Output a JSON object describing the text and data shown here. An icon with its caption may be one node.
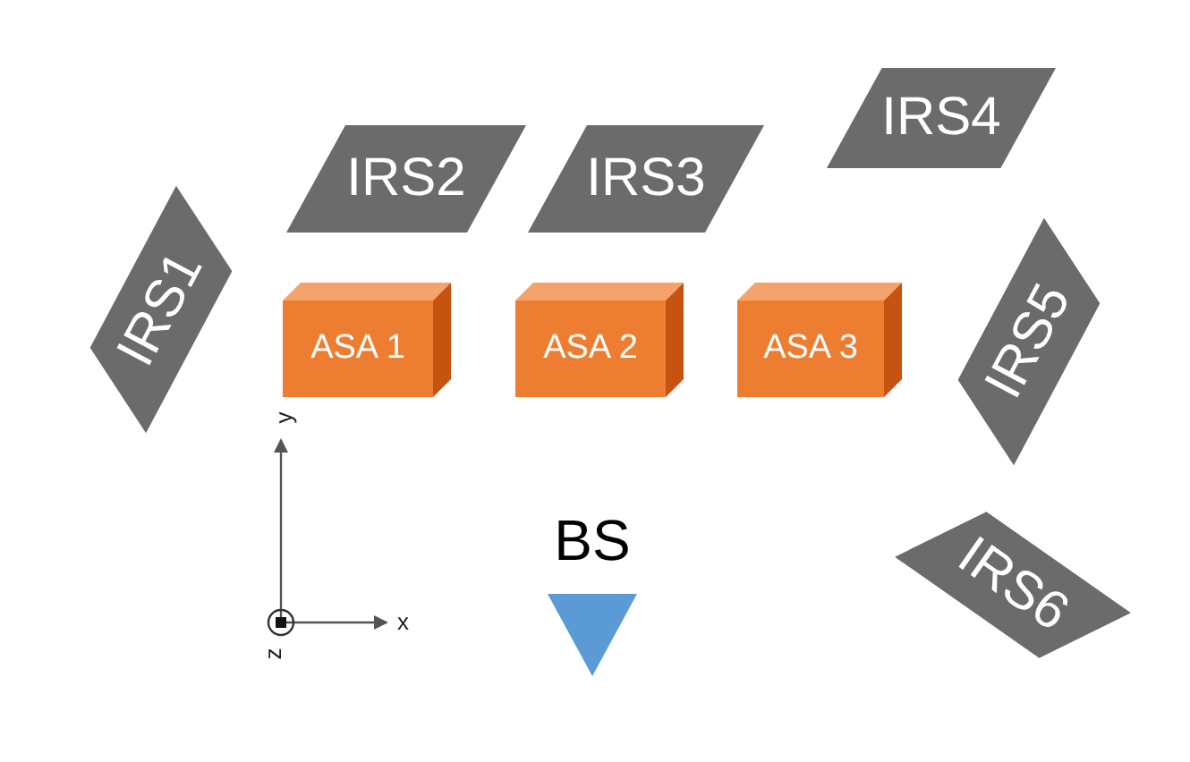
{
  "diagram": {
    "nodes": [
      {
        "text": [
          "IRS1"
        ]
      },
      {
        "text": [
          "IRS2"
        ]
      },
      {
        "text": [
          "IRS3"
        ]
      },
      {
        "text": [
          "IRS4"
        ]
      },
      {
        "text": [
          "IRS5"
        ]
      },
      {
        "text": [
          "ASA 1"
        ]
      },
      {
        "text": [
          "ASA 2"
        ]
      },
      {
        "text": [
          "ASA 3"
        ]
      },
      {
        "text": [
          "BS"
        ]
      },
      {
        "text": [
          "IRS6"
        ]
      }
    ],
    "labels": [
      "y",
      "x",
      "z"
    ]
  }
}
